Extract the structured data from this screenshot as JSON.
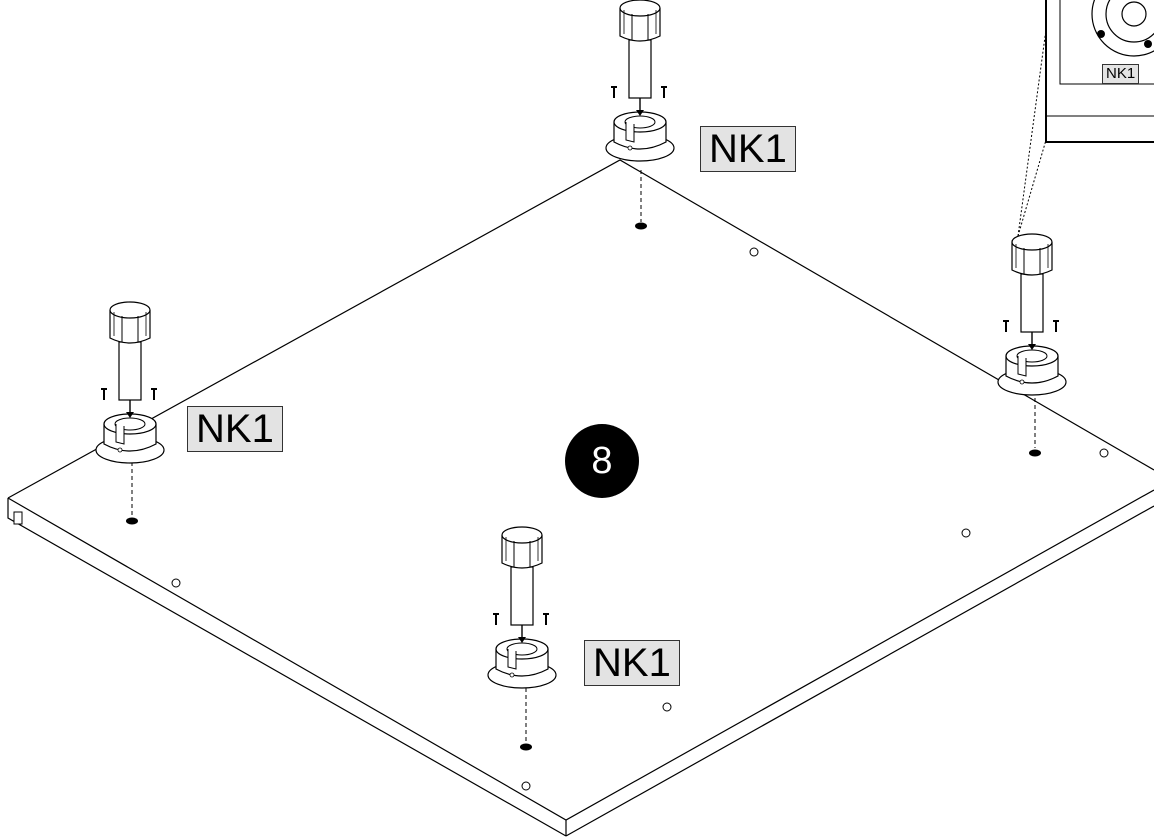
{
  "step_number": "8",
  "part_label": "NK1",
  "inset": {
    "label": "NK1"
  }
}
